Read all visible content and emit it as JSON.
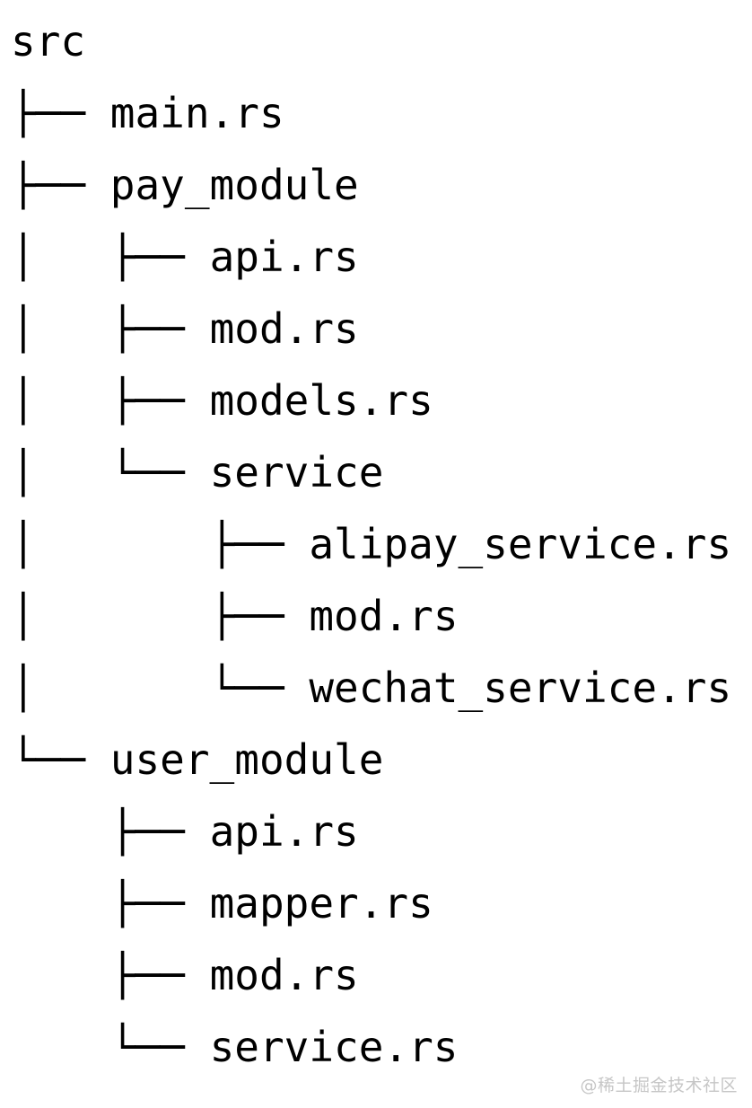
{
  "tree": {
    "root_label": "src",
    "indent_unit": "    ",
    "glyphs": {
      "branch": "├── ",
      "last": "└── ",
      "vertical": "│   ",
      "space": "    "
    },
    "rows": [
      {
        "prefix": "",
        "label": "src",
        "depth": 0,
        "kind": "directory"
      },
      {
        "prefix": "├── ",
        "label": "main.rs",
        "depth": 1,
        "kind": "file"
      },
      {
        "prefix": "├── ",
        "label": "pay_module",
        "depth": 1,
        "kind": "directory"
      },
      {
        "prefix": "│   ├── ",
        "label": "api.rs",
        "depth": 2,
        "kind": "file"
      },
      {
        "prefix": "│   ├── ",
        "label": "mod.rs",
        "depth": 2,
        "kind": "file"
      },
      {
        "prefix": "│   ├── ",
        "label": "models.rs",
        "depth": 2,
        "kind": "file"
      },
      {
        "prefix": "│   └── ",
        "label": "service",
        "depth": 2,
        "kind": "directory"
      },
      {
        "prefix": "│       ├── ",
        "label": "alipay_service.rs",
        "depth": 3,
        "kind": "file"
      },
      {
        "prefix": "│       ├── ",
        "label": "mod.rs",
        "depth": 3,
        "kind": "file"
      },
      {
        "prefix": "│       └── ",
        "label": "wechat_service.rs",
        "depth": 3,
        "kind": "file"
      },
      {
        "prefix": "└── ",
        "label": "user_module",
        "depth": 1,
        "kind": "directory"
      },
      {
        "prefix": "    ├── ",
        "label": "api.rs",
        "depth": 2,
        "kind": "file"
      },
      {
        "prefix": "    ├── ",
        "label": "mapper.rs",
        "depth": 2,
        "kind": "file"
      },
      {
        "prefix": "    ├── ",
        "label": "mod.rs",
        "depth": 2,
        "kind": "file"
      },
      {
        "prefix": "    └── ",
        "label": "service.rs",
        "depth": 2,
        "kind": "file"
      }
    ]
  },
  "watermark": {
    "text": "@稀土掘金技术社区",
    "color": "#c6c6c6"
  },
  "colors": {
    "background": "#ffffff",
    "text": "#000000",
    "watermark": "#c6c6c6"
  }
}
